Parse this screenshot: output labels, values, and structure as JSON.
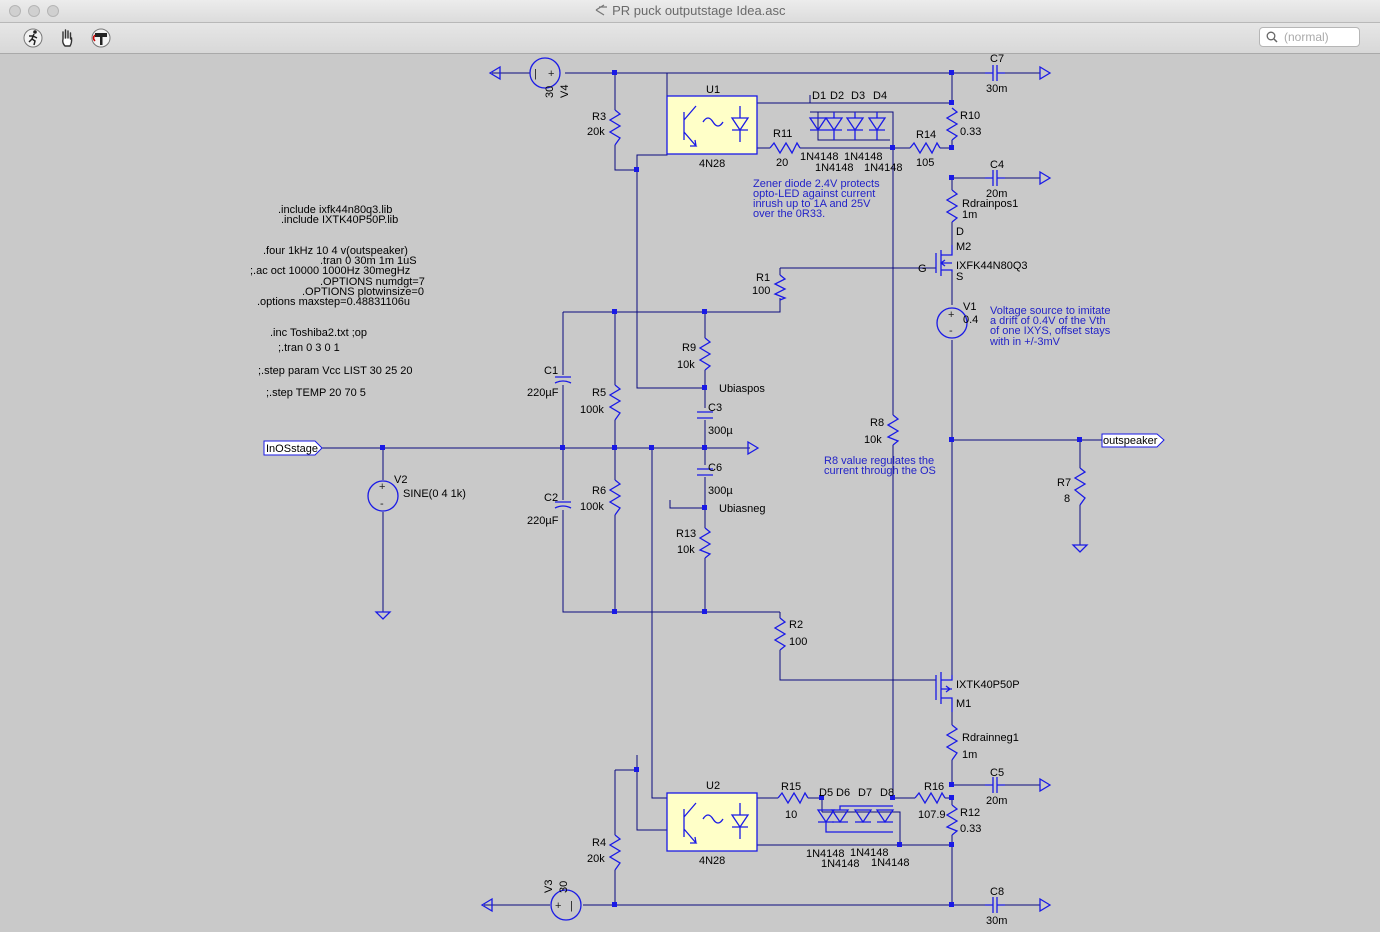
{
  "window": {
    "title": "PR puck outputstage Idea.asc"
  },
  "toolbar": {
    "search_placeholder": "(normal)"
  },
  "icons": [
    "run-icon",
    "hand-icon",
    "hammer-icon",
    "search-icon",
    "app-icon"
  ],
  "colors": {
    "background": "#c9c9c9",
    "wire": "#0a0a80",
    "component": "#1a1ae6",
    "note": "#2323c8",
    "optocoupler_fill": "#ffffc8"
  },
  "directives": {
    "include1": ".include ixfk44n80q3.lib",
    "include2": ".include IXTK40P50P.lib",
    "four": ".four 1kHz 10 4 v(outspeaker)",
    "tran": ".tran 0 30m 1m 1uS",
    "ac": ";.ac oct 10000 1000Hz 30megHz",
    "numdgt": ".OPTIONS numdgt=7",
    "plotwinsize": ".OPTIONS plotwinsize=0",
    "maxstep": ".options maxstep=0.48831106u",
    "inc": ".inc Toshiba2.txt     ;op",
    "tran2": ";.tran 0 3 0 1",
    "step_param": ";.step param Vcc LIST 30 25 20",
    "step_temp": ";.step TEMP 20 70 5"
  },
  "notes": {
    "zener": [
      "Zener diode 2.4V protects",
      "opto-LED against current",
      "inrush up to 1A and 25V",
      " over the 0R33."
    ],
    "v1": [
      "Voltage source to imitate",
      "a drift of 0.4V of the Vth",
      "of one IXYS, offset stays",
      "with in +/-3mV"
    ],
    "r8": [
      "R8 value regulates the",
      "current through the OS"
    ]
  },
  "nets": {
    "input": "InOSstage",
    "output": "outspeaker",
    "ubiaspos": "Ubiaspos",
    "ubiasneg": "Ubiasneg"
  },
  "components": {
    "V4": {
      "name": "V4",
      "value": "30"
    },
    "V3": {
      "name": "V3",
      "value": "30"
    },
    "V2": {
      "name": "V2",
      "value": "SINE(0 4 1k)"
    },
    "V1": {
      "name": "V1",
      "value": "0.4"
    },
    "U1": {
      "name": "U1",
      "value": "4N28"
    },
    "U2": {
      "name": "U2",
      "value": "4N28"
    },
    "R1": {
      "name": "R1",
      "value": "100"
    },
    "R2": {
      "name": "R2",
      "value": "100"
    },
    "R3": {
      "name": "R3",
      "value": "20k"
    },
    "R4": {
      "name": "R4",
      "value": "20k"
    },
    "R5": {
      "name": "R5",
      "value": "100k"
    },
    "R6": {
      "name": "R6",
      "value": "100k"
    },
    "R7": {
      "name": "R7",
      "value": "8"
    },
    "R8": {
      "name": "R8",
      "value": "10k"
    },
    "R9": {
      "name": "R9",
      "value": "10k"
    },
    "R10": {
      "name": "R10",
      "value": "0.33"
    },
    "R11": {
      "name": "R11",
      "value": "20"
    },
    "R12": {
      "name": "R12",
      "value": "0.33"
    },
    "R13": {
      "name": "R13",
      "value": "10k"
    },
    "R14": {
      "name": "R14",
      "value": "105"
    },
    "R15": {
      "name": "R15",
      "value": "10"
    },
    "R16": {
      "name": "R16",
      "value": "107.9"
    },
    "Rdrainpos1": {
      "name": "Rdrainpos1",
      "value": "1m"
    },
    "Rdrainneg1": {
      "name": "Rdrainneg1",
      "value": "1m"
    },
    "C1": {
      "name": "C1",
      "value": "220µF"
    },
    "C2": {
      "name": "C2",
      "value": "220µF"
    },
    "C3": {
      "name": "C3",
      "value": "300µ"
    },
    "C4": {
      "name": "C4",
      "value": "20m"
    },
    "C5": {
      "name": "C5",
      "value": "20m"
    },
    "C6": {
      "name": "C6",
      "value": "300µ"
    },
    "C7": {
      "name": "C7",
      "value": "30m"
    },
    "C8": {
      "name": "C8",
      "value": "30m"
    },
    "M1": {
      "name": "M1",
      "value": "IXTK40P50P"
    },
    "M2": {
      "name": "M2",
      "value": "IXFK44N80Q3",
      "pins": [
        "D",
        "G",
        "S"
      ]
    },
    "diodes_top": {
      "names": [
        "D1",
        "D2",
        "D3",
        "D4"
      ],
      "models": [
        "1N4148",
        "1N4148",
        "1N4148",
        "1N4148"
      ]
    },
    "diodes_bottom": {
      "names": [
        "D5",
        "D6",
        "D7",
        "D8"
      ],
      "models": [
        "1N4148",
        "1N4148",
        "1N4148",
        "1N4148"
      ]
    }
  }
}
